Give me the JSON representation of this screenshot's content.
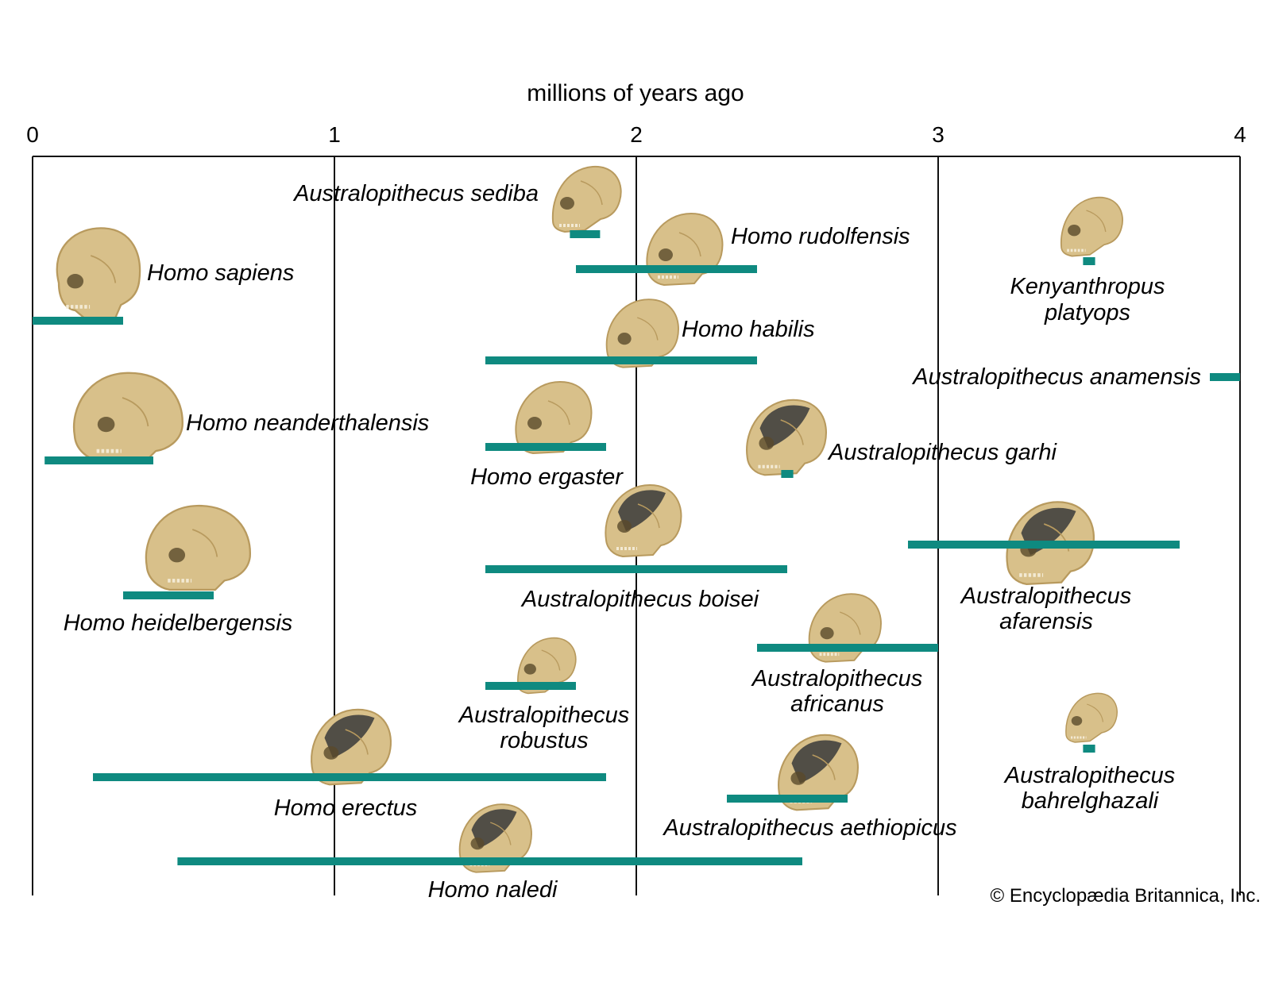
{
  "chart_data": {
    "type": "range",
    "title": "",
    "xlabel": "millions of years ago",
    "ylabel": "",
    "xlim": [
      0,
      4
    ],
    "x_ticks": [
      "0",
      "1",
      "2",
      "3",
      "4"
    ],
    "grid": true,
    "bar_color": "#0f8a80",
    "series": [
      {
        "name": "Australopithecus sediba",
        "range": [
          1.78,
          1.88
        ]
      },
      {
        "name": "Homo rudolfensis",
        "range": [
          1.8,
          2.4
        ]
      },
      {
        "name": "Kenyanthropus platyops",
        "range": [
          3.48,
          3.52
        ]
      },
      {
        "name": "Homo sapiens",
        "range": [
          0.0,
          0.3
        ]
      },
      {
        "name": "Homo habilis",
        "range": [
          1.5,
          2.4
        ]
      },
      {
        "name": "Australopithecus anamensis",
        "range": [
          3.9,
          4.0
        ]
      },
      {
        "name": "Homo neanderthalensis",
        "range": [
          0.04,
          0.4
        ]
      },
      {
        "name": "Homo ergaster",
        "range": [
          1.5,
          1.9
        ]
      },
      {
        "name": "Australopithecus garhi",
        "range": [
          2.48,
          2.52
        ]
      },
      {
        "name": "Homo heidelbergensis",
        "range": [
          0.3,
          0.6
        ]
      },
      {
        "name": "Australopithecus boisei",
        "range": [
          1.5,
          2.5
        ]
      },
      {
        "name": "Australopithecus afarensis",
        "range": [
          2.9,
          3.8
        ]
      },
      {
        "name": "Australopithecus africanus",
        "range": [
          2.4,
          3.0
        ]
      },
      {
        "name": "Australopithecus robustus",
        "range": [
          1.5,
          1.8
        ]
      },
      {
        "name": "Australopithecus bahrelghazali",
        "range": [
          3.48,
          3.52
        ]
      },
      {
        "name": "Homo erectus",
        "range": [
          0.2,
          1.9
        ]
      },
      {
        "name": "Australopithecus aethiopicus",
        "range": [
          2.3,
          2.7
        ]
      },
      {
        "name": "Homo naledi",
        "range": [
          0.48,
          2.55
        ]
      }
    ]
  },
  "credit": "© Encyclopædia Britannica, Inc."
}
